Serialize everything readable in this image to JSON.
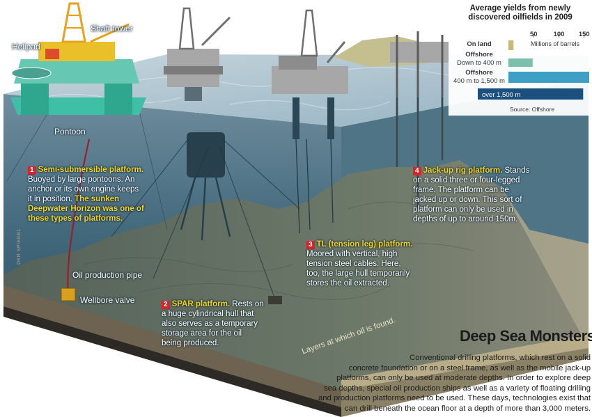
{
  "labels": {
    "helipad": "Helipad",
    "shaft_tower": "Shaft tower",
    "pontoon": "Pontoon",
    "oil_pipe": "Oil production pipe",
    "wellbore": "Wellbore valve",
    "layers": "Layers at which oil is found.",
    "watermark": "DER SPIEGEL"
  },
  "platforms": [
    {
      "num": "1",
      "title": "Semi-submersible platform.",
      "line1": "Buoyed by large pontoons. An",
      "line2": "anchor or its own engine keeps",
      "line3": "it in position.",
      "highlight1": "The sunken",
      "highlight2": "Deepwater Horizon was one of",
      "highlight3": "these types of platforms."
    },
    {
      "num": "2",
      "title": "SPAR platform.",
      "line1": "Rests on",
      "line2": "a huge cylindrical hull that",
      "line3": "also serves as a temporary",
      "line4": "storage area for the oil",
      "line5": "being produced."
    },
    {
      "num": "3",
      "title": "TL (tension leg) platform.",
      "line1": "Moored with vertical, high",
      "line2": "tension steel cables. Here,",
      "line3": "too, the large hull temporarily",
      "line4": "stores the oil extracted."
    },
    {
      "num": "4",
      "title": "Jack-up rig platform.",
      "line1": "Stands",
      "line2": "on a solid three or four-legged",
      "line3": "frame. The platform can be",
      "line4": "jacked up or down. This sort of",
      "line5": "platform can only be used in",
      "line6": "depths of up to around 150m."
    }
  ],
  "article": {
    "title": "Deep Sea Monsters",
    "line1": "Conventional drilling platforms, which rest on a solid",
    "line2": "concrete foundation or on a steel frame, as well as the mobile jack-up",
    "line3": "platforms, can only be used at moderate depths. In order to explore deep",
    "line4": "sea depths, special oil production ships as well as a variety of floating drilling",
    "line5": "and production platforms need to be used. These days, technologies exist that",
    "line6": "can drill beneath the ocean floor at a depth of more than 3,000 meters."
  },
  "chart_data": {
    "type": "bar",
    "orientation": "horizontal",
    "title": "Average yields from newly discovered oilfields in 2009",
    "unit_label": "Millions of barrels",
    "ticks": [
      "50",
      "100",
      "150"
    ],
    "tick_values": [
      50,
      100,
      150
    ],
    "xlim": [
      0,
      160
    ],
    "source": "Source: Offshore",
    "categories": [
      {
        "label_line1": "On land",
        "label_line2": "",
        "value": 10,
        "color": "#c9b978"
      },
      {
        "label_line1": "Offshore",
        "label_line2": "Down to 400 m",
        "value": 48,
        "color": "#7cc0ab"
      },
      {
        "label_line1": "Offshore",
        "label_line2": "400 m to 1,500 m",
        "value": 160,
        "color": "#3d9fc3"
      },
      {
        "label_line1": "over 1,500 m",
        "label_line2": "",
        "value": 148,
        "color": "#1b4f7e"
      }
    ]
  }
}
